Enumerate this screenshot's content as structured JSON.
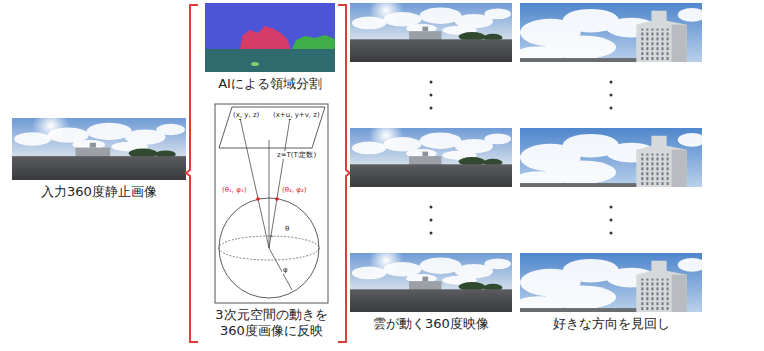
{
  "diagram": {
    "nodes": [
      {
        "text": [
          "入力360度静止画像"
        ]
      },
      {
        "text": [
          "AIによる領域分割"
        ]
      },
      {
        "text": [
          "3次元空間の動きを 360度画像に反映"
        ]
      },
      {
        "text": [
          "雲が動く360度映像"
        ]
      },
      {
        "text": [
          "好きな方向を見回し"
        ]
      }
    ],
    "labels": [
      "(x, y, z)",
      "(x+u, y+v, z)",
      "z=T(T:定数)",
      "(θ₁, φ₁)",
      "(θ₂, φ₂)",
      "θ",
      "φ"
    ]
  }
}
